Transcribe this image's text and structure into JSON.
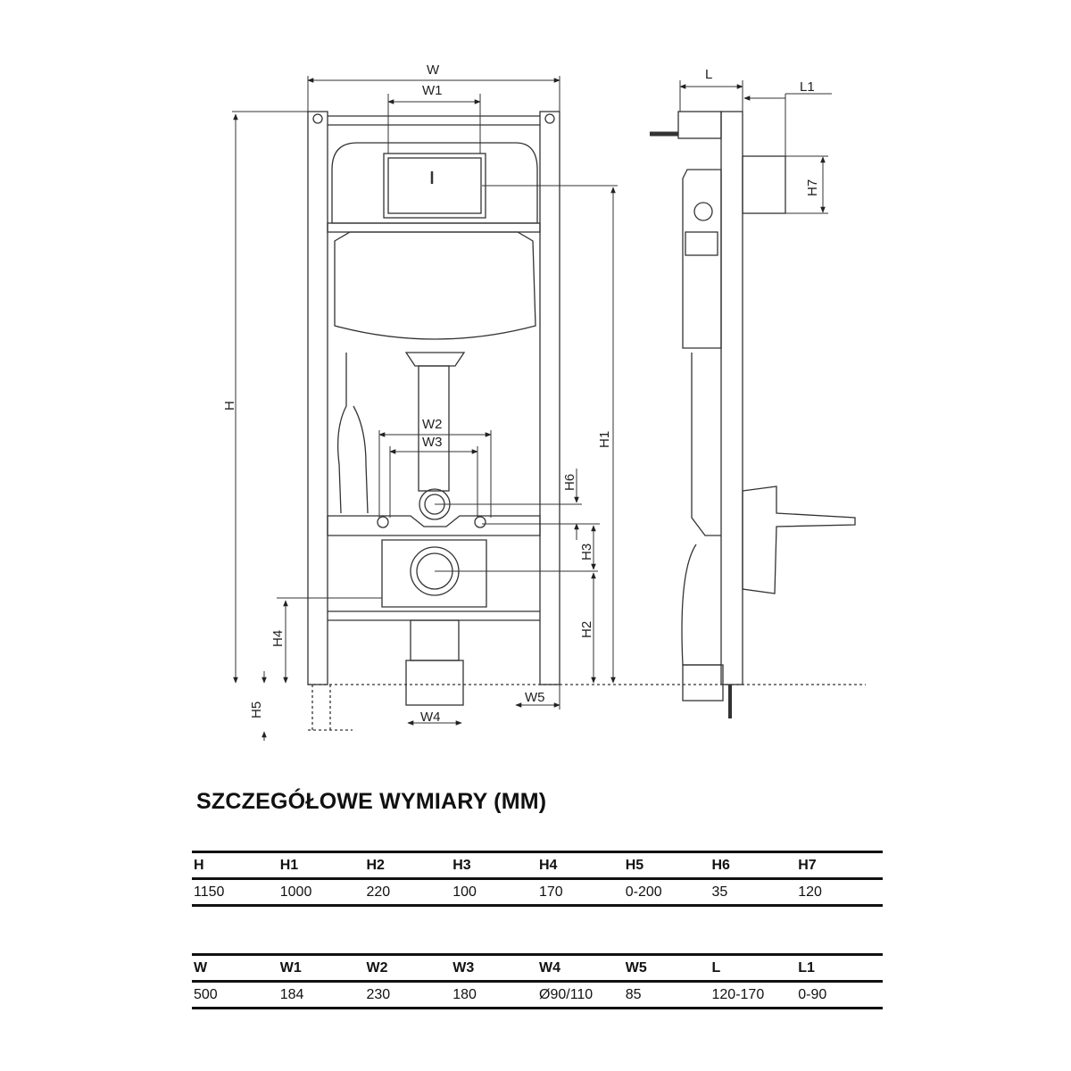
{
  "drawing": {
    "front_labels": {
      "W": "W",
      "W1": "W1",
      "W2": "W2",
      "W3": "W3",
      "W4": "W4",
      "W5": "W5",
      "H": "H",
      "H1": "H1",
      "H2": "H2",
      "H3": "H3",
      "H4": "H4",
      "H5": "H5",
      "H6": "H6"
    },
    "side_labels": {
      "L": "L",
      "L1": "L1",
      "H7": "H7"
    }
  },
  "title": "SZCZEGÓŁOWE WYMIARY (MM)",
  "table_heights": {
    "headers": [
      "H",
      "H1",
      "H2",
      "H3",
      "H4",
      "H5",
      "H6",
      "H7"
    ],
    "values": [
      "1150",
      "1000",
      "220",
      "100",
      "170",
      "0-200",
      "35",
      "120"
    ]
  },
  "table_widths": {
    "headers": [
      "W",
      "W1",
      "W2",
      "W3",
      "W4",
      "W5",
      "L",
      "L1"
    ],
    "values": [
      "500",
      "184",
      "230",
      "180",
      "Ø90/110",
      "85",
      "120-170",
      "0-90"
    ]
  }
}
